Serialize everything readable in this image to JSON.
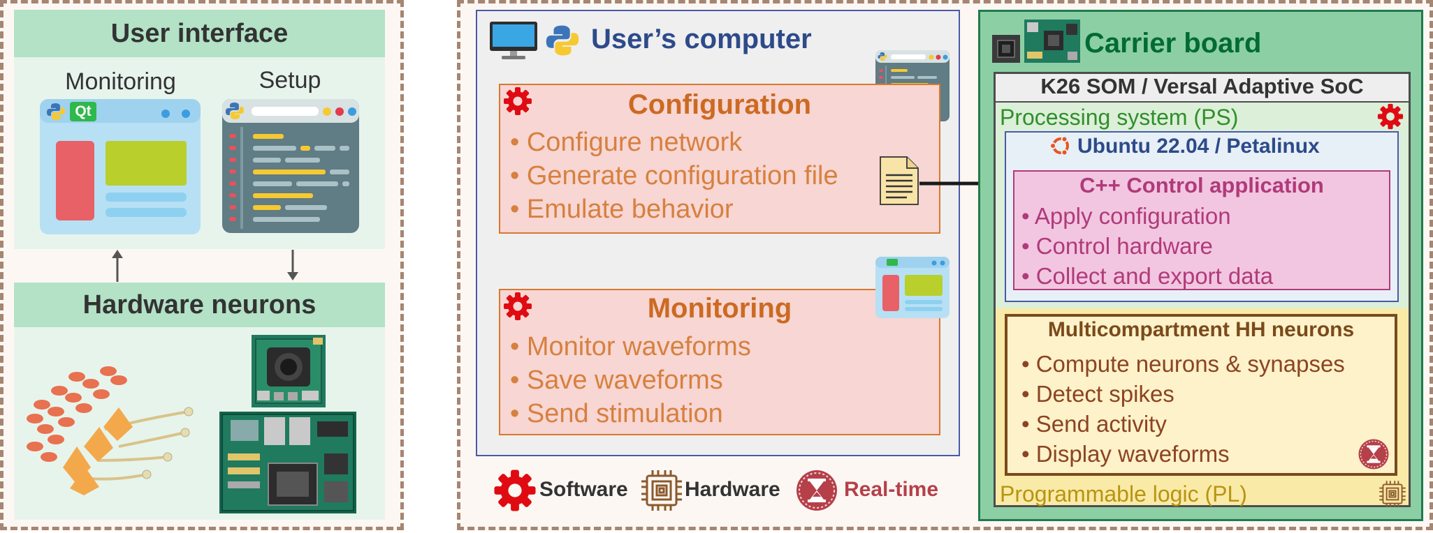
{
  "left": {
    "ui_title": "User interface",
    "monitoring_label": "Monitoring",
    "setup_label": "Setup",
    "qt_badge": "Qt",
    "hw_title": "Hardware neurons"
  },
  "computer": {
    "title": "User’s computer",
    "configuration": {
      "title": "Configuration",
      "items": [
        "• Configure network",
        "• Generate configuration file",
        "• Emulate behavior"
      ]
    },
    "monitoring": {
      "title": "Monitoring",
      "items": [
        "• Monitor waveforms",
        "• Save waveforms",
        "• Send stimulation"
      ]
    }
  },
  "legend": {
    "software": "Software",
    "hardware": "Hardware",
    "realtime": "Real-time"
  },
  "carrier": {
    "title": "Carrier board",
    "som": "K26 SOM / Versal Adaptive SoC",
    "ps": "Processing system (PS)",
    "os": "Ubuntu 22.04 / Petalinux",
    "cpp": {
      "title": "C++ Control application",
      "items": [
        "• Apply configuration",
        "• Control hardware",
        "• Collect and export data"
      ]
    },
    "hh": {
      "title": "Multicompartment HH neurons",
      "items": [
        "• Compute neurons & synapses",
        "• Detect spikes",
        "• Send activity",
        "• Display waveforms"
      ]
    },
    "pl": "Programmable logic (PL)"
  },
  "colors": {
    "header_green": "#b3e2c6",
    "orange": "#cc6a22",
    "magenta": "#b03a7b",
    "dark_green": "#006b35",
    "navy": "#2d4a8a",
    "red_gear": "#e00b12"
  }
}
